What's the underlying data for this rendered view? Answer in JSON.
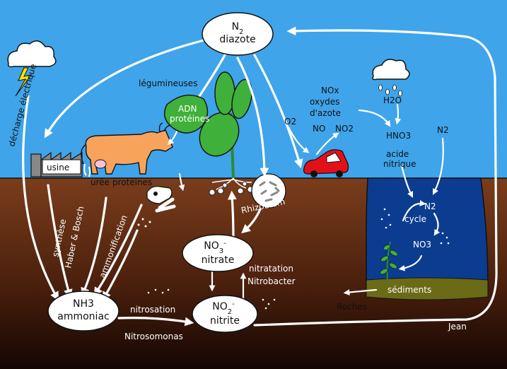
{
  "nodes": {
    "n2_top": {
      "line1": "N",
      "sub": "2",
      "line2": "diazote"
    },
    "nh3": {
      "line1": "NH3",
      "line2": "ammoniac"
    },
    "no3": {
      "line1": "NO",
      "sub": "3",
      "sup": "-",
      "line2": "nitrate"
    },
    "no2": {
      "line1": "NO",
      "sub": "2",
      "sup": "-",
      "line2": "nitrite"
    },
    "adn": {
      "line1": "ADN",
      "line2": "protéines"
    }
  },
  "labels": {
    "decharge": "décharge électrique",
    "usine": "usine",
    "uree_proteines": "urée  protéines",
    "legumineuses": "légumineuses",
    "nox": "NOx",
    "oxydes": "oxydes",
    "dazote": "d'azote",
    "o2": "O2",
    "no": "NO",
    "no2": "NO2",
    "h2o": "H2O",
    "hno3": "HNO3",
    "acide": "acide",
    "nitrique": "nitrique",
    "n2_right": "N2",
    "rhizobium": "Rhizobium",
    "synthese": "synthèse",
    "haber": "Haber & Bosch",
    "ammonification": "ammonification",
    "nitratation": "nitratation",
    "nitrobacter": "Nitrobacter",
    "nitrosation": "nitrosation",
    "nitrosomonas": "Nitrosomonas",
    "roches": "Roches",
    "sea_n2": "N2",
    "cycle": "cycle",
    "sea_no3": "NO3",
    "sediments": "sédiments",
    "signature": "Jean"
  },
  "colors": {
    "sky": "#3fa4ea",
    "soil_top": "#7a3d1c",
    "soil_bottom": "#1a0804",
    "water": "#0b3c8f",
    "sediment": "#6b6a17",
    "leaf": "#3fb03a",
    "cow": "#f7a35c",
    "car": "#e3101a"
  }
}
